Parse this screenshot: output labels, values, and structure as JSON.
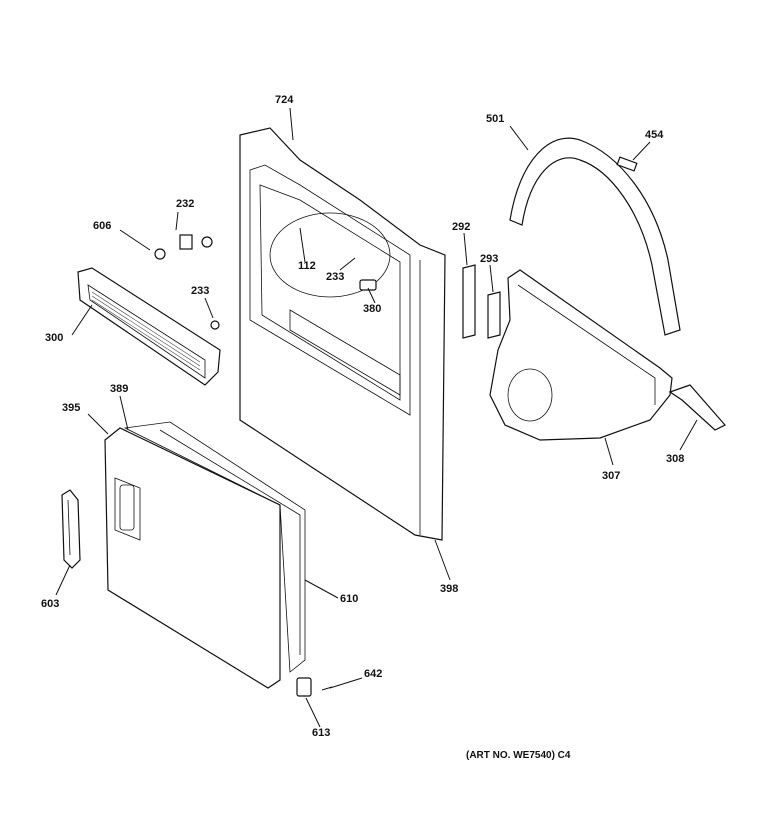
{
  "labels": {
    "l724": "724",
    "l501": "501",
    "l454": "454",
    "l232": "232",
    "l606": "606",
    "l292": "292",
    "l293": "293",
    "l112": "112",
    "l233a": "233",
    "l233b": "233",
    "l380": "380",
    "l300": "300",
    "l389": "389",
    "l395": "395",
    "l307": "307",
    "l308": "308",
    "l603": "603",
    "l610": "610",
    "l398": "398",
    "l642": "642",
    "l613": "613"
  },
  "art_note": "(ART NO. WE7540) C4"
}
